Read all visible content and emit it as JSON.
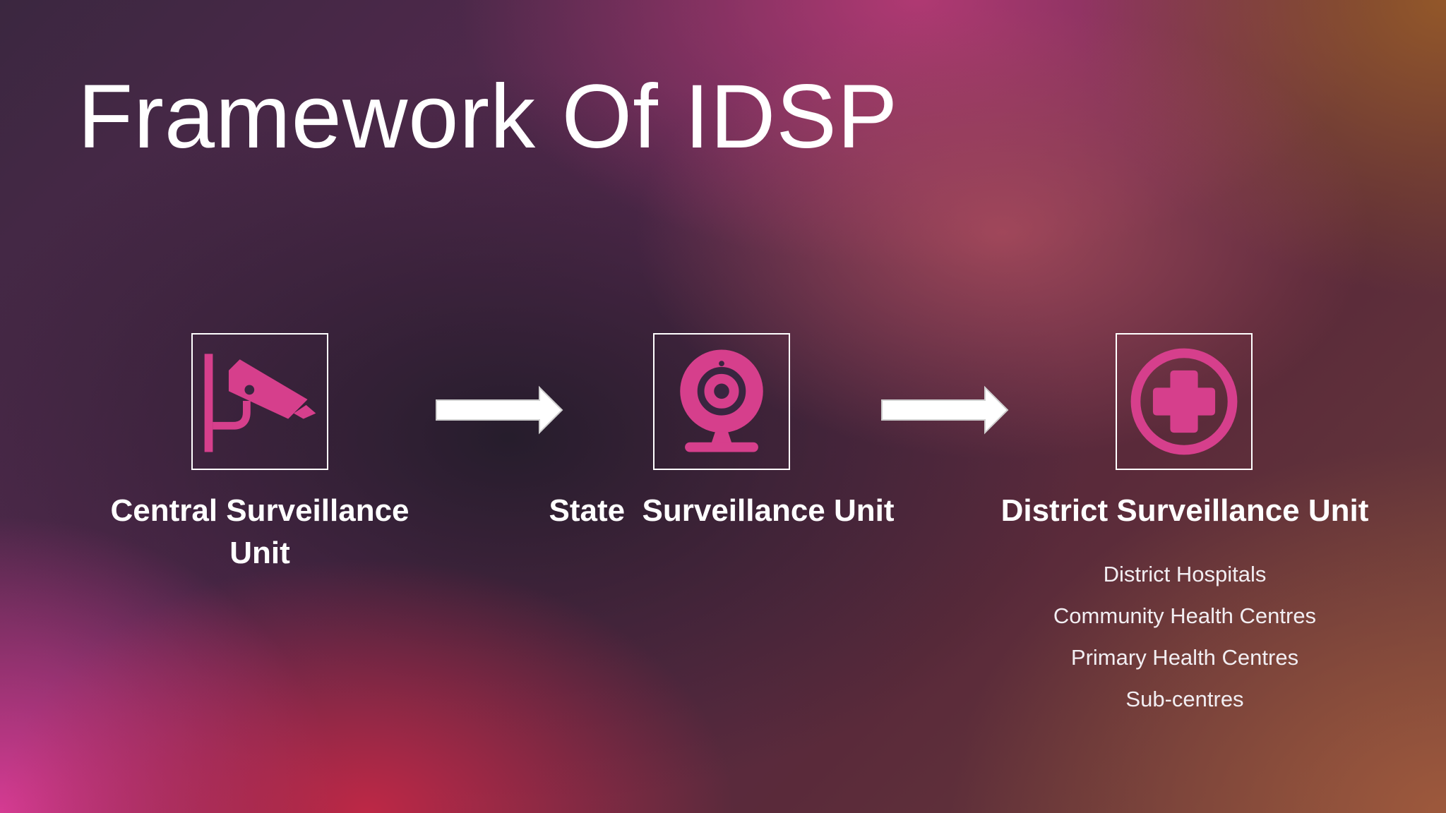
{
  "slide": {
    "title": "Framework Of IDSP"
  },
  "flow": {
    "units": [
      {
        "label": "Central Surveillance Unit",
        "icon": "security-camera-icon"
      },
      {
        "label": "State  Surveillance Unit",
        "icon": "webcam-icon"
      },
      {
        "label": "District Surveillance Unit",
        "icon": "medical-cross-icon"
      }
    ],
    "district_facilities": [
      "District Hospitals",
      "Community Health Centres",
      "Primary Health Centres",
      "Sub-centres"
    ]
  },
  "colors": {
    "icon_accent": "#d63f8c",
    "text": "#ffffff",
    "box_border": "#ffffff"
  }
}
